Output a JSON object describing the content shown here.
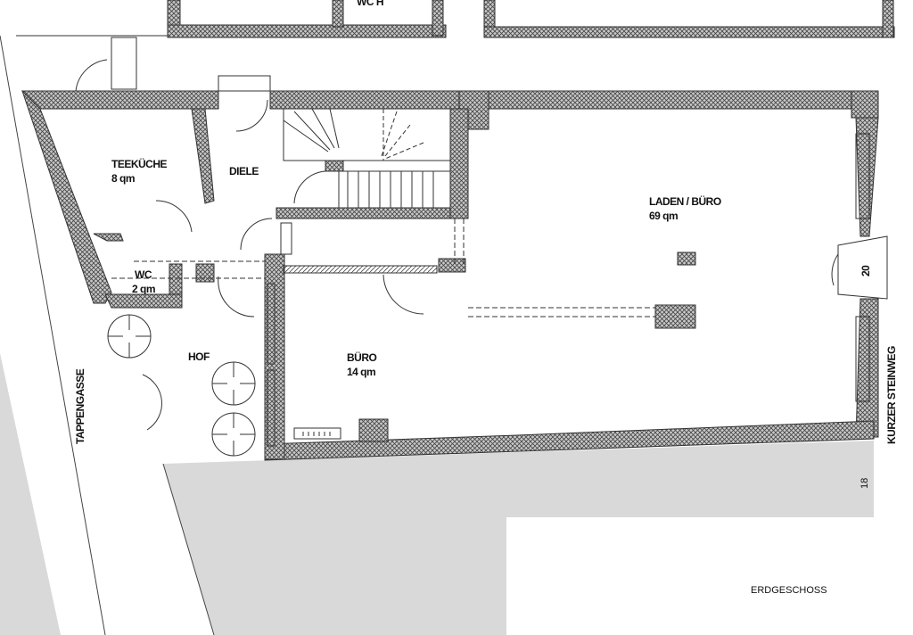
{
  "title": "ERDGESCHOSS",
  "colors": {
    "wall_fill": "#b8b8b8",
    "wall_line": "#333333",
    "ground": "#d9d9d9"
  },
  "rooms": [
    {
      "name": "TEEKÜCHE",
      "area": "8 qm"
    },
    {
      "name": "DIELE",
      "area": ""
    },
    {
      "name": "WC",
      "area": "2 qm"
    },
    {
      "name": "HOF",
      "area": ""
    },
    {
      "name": "BÜRO",
      "area": "14 qm"
    },
    {
      "name": "LADEN / BÜRO",
      "area": "69 qm"
    },
    {
      "name": "WC H",
      "area": ""
    }
  ],
  "streets": {
    "left": "TAPPENGASSE",
    "right": "KURZER STEINWEG"
  },
  "house_numbers": {
    "entrance": "20",
    "neighbor": "18"
  }
}
